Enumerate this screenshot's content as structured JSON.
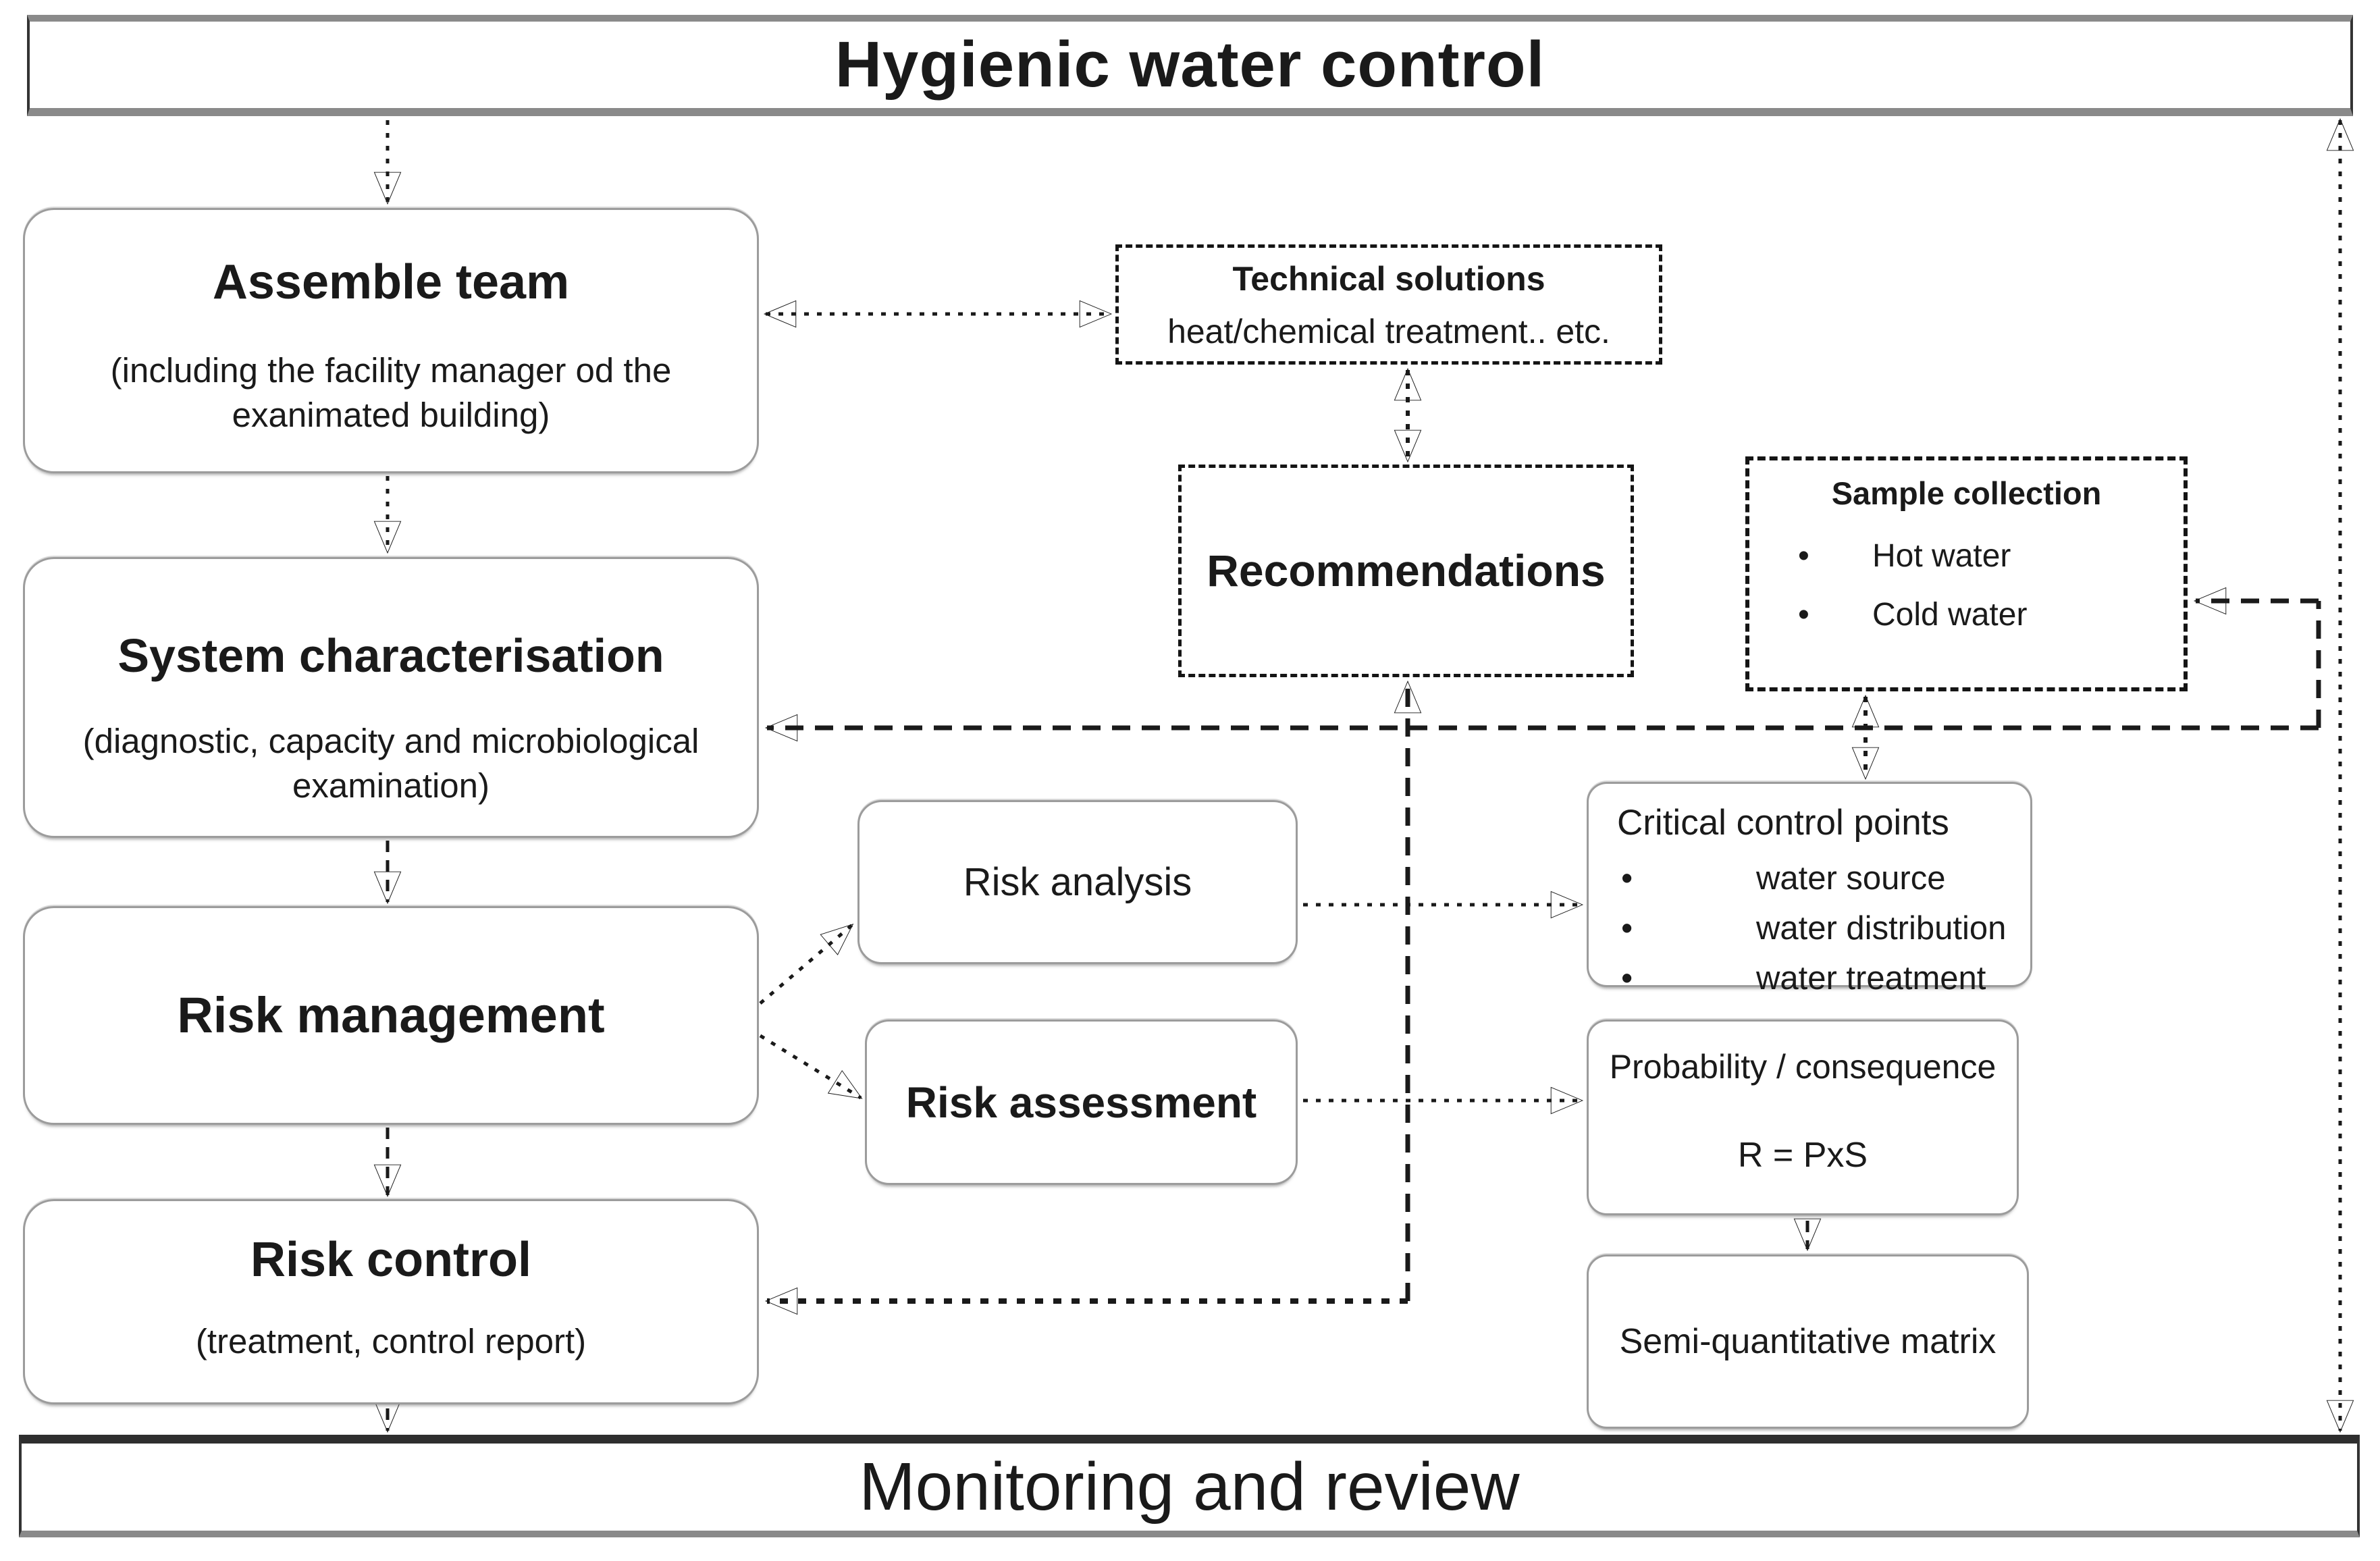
{
  "banners": {
    "top": "Hygienic water control",
    "bottom": "Monitoring and review"
  },
  "nodes": {
    "assemble_team": {
      "title": "Assemble team",
      "subtitle": "(including the facility manager od the exanimated building)"
    },
    "system_characterisation": {
      "title": "System characterisation",
      "subtitle": "(diagnostic, capacity and microbiological examination)"
    },
    "risk_management": {
      "title": "Risk management"
    },
    "risk_control": {
      "title": "Risk control",
      "subtitle": "(treatment, control report)"
    },
    "technical_solutions": {
      "title": "Technical solutions",
      "subtitle": "heat/chemical treatment.. etc."
    },
    "recommendations": {
      "title": "Recommendations"
    },
    "sample_collection": {
      "title": "Sample collection",
      "bullets": [
        "Hot water",
        "Cold water"
      ]
    },
    "risk_analysis": {
      "title": "Risk analysis"
    },
    "risk_assessment": {
      "title": "Risk assessment"
    },
    "critical_control_points": {
      "title": "Critical control points",
      "bullets": [
        "water source",
        "water distribution",
        "water treatment"
      ]
    },
    "probability_consequence": {
      "title": "Probability / consequence",
      "formula": "R = PxS"
    },
    "semi_quantitative_matrix": {
      "title": "Semi-quantitative matrix"
    }
  },
  "ui": {
    "bullet_char": "•"
  },
  "colors": {
    "background": "#ffffff",
    "text": "#1a1a1a",
    "connector_line": "#1a1a1a",
    "solid_box_border": "#9c9c9c",
    "dashed_box_border": "#151515",
    "banner_border_gray": "#8a8a8a",
    "banner_border_dark": "#2e2e2e"
  }
}
